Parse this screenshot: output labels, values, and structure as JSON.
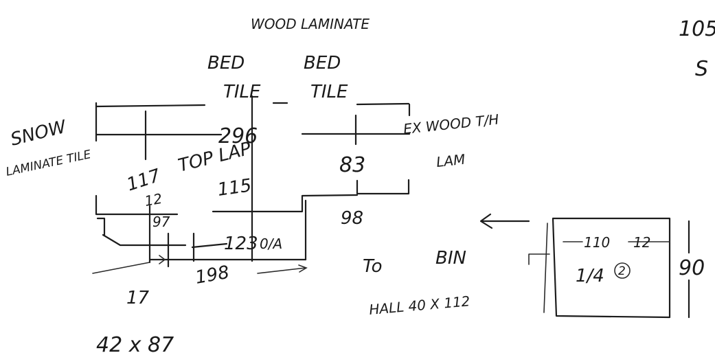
{
  "labels": {
    "wood_laminate": "WOOD LAMINATE",
    "bed_left": "BED",
    "bed_right": "BED",
    "tile_left": "TILE",
    "tile_right": "TILE",
    "living": "SNOW",
    "laminate_tile": "LAMINATE TILE",
    "ex_wood": "EX WOOD T/H",
    "laminate_right": "LAM",
    "top_lap": "TOP LAP",
    "dim_296": "296",
    "dim_83": "83",
    "dim_117": "117",
    "dim_115": "115",
    "dim_98_top": "98",
    "dim_12_a": "12",
    "dim_97": "97",
    "dim_123": "123",
    "dim_0a": "0/A",
    "dim_bottom_198": "198",
    "dim_17": "17",
    "to": "To",
    "bin": "BIN",
    "hall": "HALL 40 X 112",
    "size_42x87": "42 x 87",
    "room_110": "110",
    "room_12": "12",
    "room_fraction": "1/4",
    "room_circle": "2",
    "room_90": "90",
    "corner_105": "105",
    "corner_s": "S"
  }
}
